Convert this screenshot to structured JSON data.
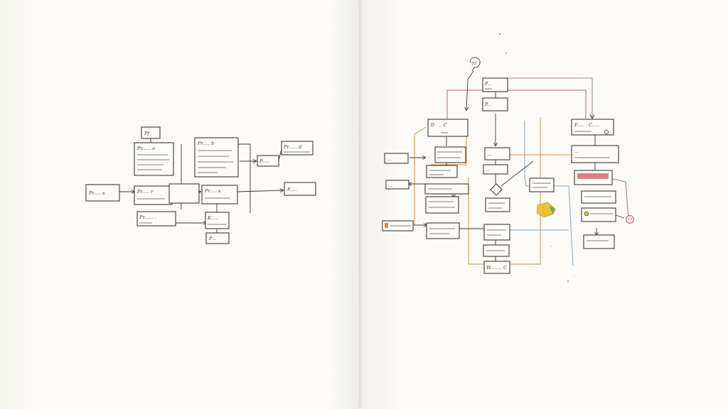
{
  "colors": {
    "ink": "#3d3733",
    "paper": "#fbfaf6",
    "accent_orange": "#d98a3d",
    "accent_blue": "#7fa6c8",
    "accent_purple": "#9c7a92",
    "accent_red": "#c96060",
    "accent_yellow": "#e8c33a"
  },
  "diagram": {
    "type": "hand-drawn flowchart",
    "left_page": {
      "nodes": [
        {
          "id": "L-top",
          "label": "Pf"
        },
        {
          "id": "L-a",
          "label": "Pr...... a"
        },
        {
          "id": "L-b",
          "label": "Pr..... b"
        },
        {
          "id": "L-input",
          "label": "Pr..... s"
        },
        {
          "id": "L-mid1",
          "label": "Pr..... r"
        },
        {
          "id": "L-mid2",
          "label": "Pr..... s"
        },
        {
          "id": "L-right1",
          "label": "Pr...... d"
        },
        {
          "id": "L-right2",
          "label": "P....."
        },
        {
          "id": "L-out",
          "label": "P....."
        },
        {
          "id": "L-low1",
          "label": "Pr...... ."
        },
        {
          "id": "L-low2",
          "label": "K....."
        },
        {
          "id": "L-low3",
          "label": "P..."
        }
      ]
    },
    "right_page": {
      "nodes": [
        {
          "id": "R-q",
          "label": "??"
        },
        {
          "id": "R-top1",
          "label": "P..."
        },
        {
          "id": "R-top2",
          "label": "P..."
        },
        {
          "id": "R-c",
          "label": "D . .. C"
        },
        {
          "id": "R-s1",
          "label": "..."
        },
        {
          "id": "R-s2",
          "label": "..."
        },
        {
          "id": "R-d1",
          "label": "..."
        },
        {
          "id": "R-d2",
          "label": "..."
        },
        {
          "id": "R-right1",
          "label": "W........ C"
        },
        {
          "id": "R-right2",
          "label": "F..... . C....."
        },
        {
          "id": "R-o1",
          "label": "..."
        },
        {
          "id": "R-o2",
          "label": "..."
        },
        {
          "id": "R-o3",
          "label": "..."
        },
        {
          "id": "R-o4",
          "label": "..."
        }
      ]
    }
  }
}
